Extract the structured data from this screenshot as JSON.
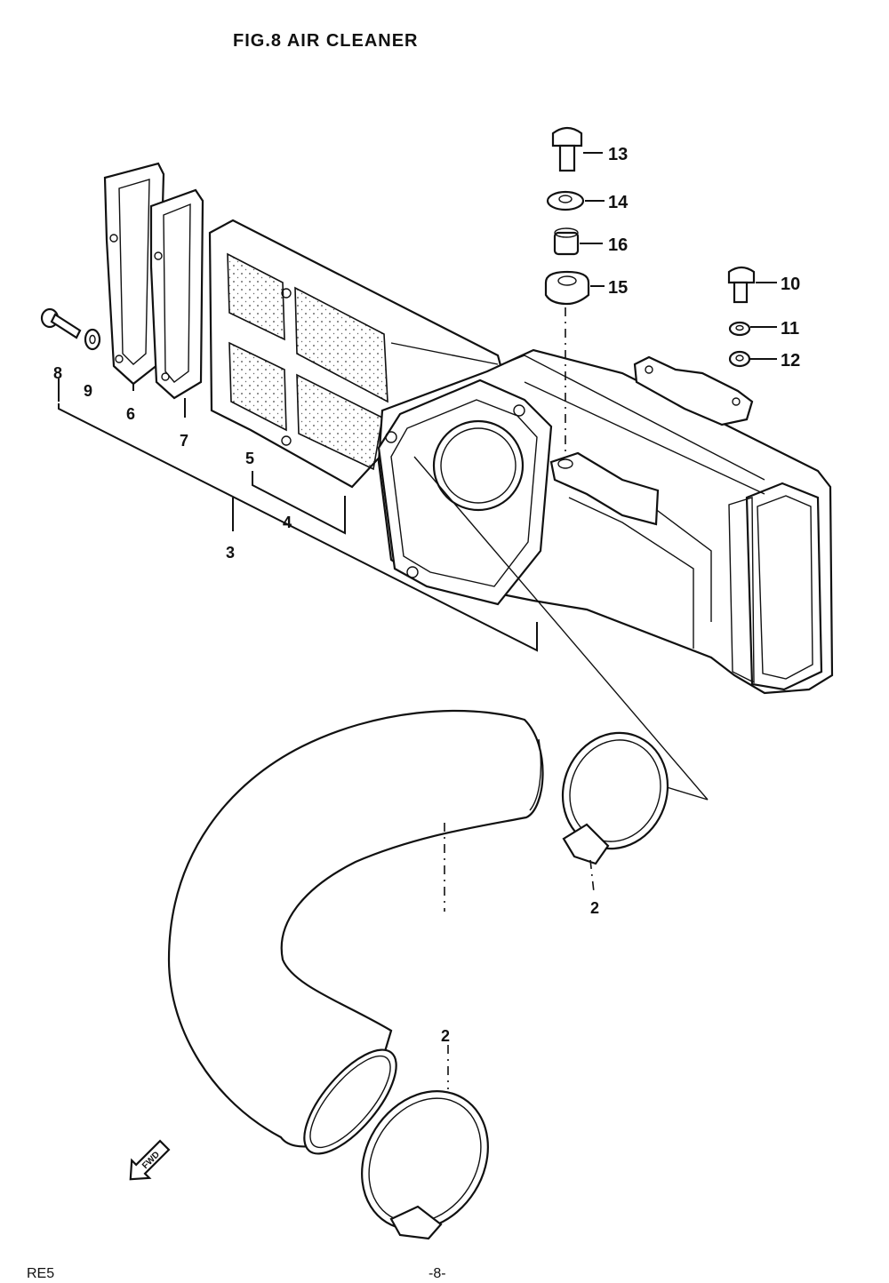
{
  "figure": {
    "title": "FIG.8  AIR CLEANER"
  },
  "footer": {
    "model": "RE5",
    "page": "-8-"
  },
  "fwd_arrow": {
    "label": "FWD"
  },
  "callouts": [
    {
      "id": "13",
      "text": "13"
    },
    {
      "id": "14",
      "text": "14"
    },
    {
      "id": "16",
      "text": "16"
    },
    {
      "id": "15",
      "text": "15"
    },
    {
      "id": "10",
      "text": "10"
    },
    {
      "id": "11",
      "text": "11"
    },
    {
      "id": "12",
      "text": "12"
    },
    {
      "id": "8",
      "text": "8"
    },
    {
      "id": "9",
      "text": "9"
    },
    {
      "id": "6",
      "text": "6"
    },
    {
      "id": "7",
      "text": "7"
    },
    {
      "id": "5",
      "text": "5"
    },
    {
      "id": "4",
      "text": "4"
    },
    {
      "id": "3",
      "text": "3"
    },
    {
      "id": "2a",
      "text": "2"
    },
    {
      "id": "2b",
      "text": "2"
    }
  ]
}
